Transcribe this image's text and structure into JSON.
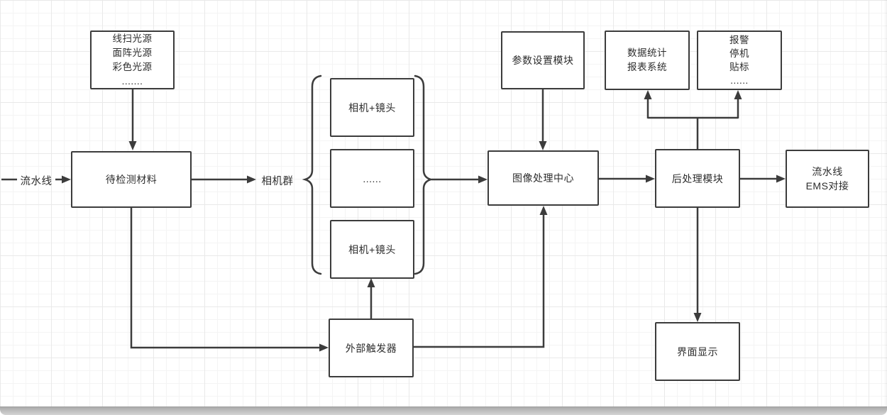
{
  "nodes": {
    "light_sources": [
      "线扫光源",
      "面阵光源",
      "彩色光源",
      "......."
    ],
    "material": "待检测材料",
    "camera_top": "相机+镜头",
    "camera_middle": "......",
    "camera_bottom": "相机+镜头",
    "param_module": "参数设置模块",
    "stats": [
      "数据统计",
      "报表系统"
    ],
    "actions": [
      "报警",
      "停机",
      "贴标",
      "......"
    ],
    "image_center": "图像处理中心",
    "post_module": "后处理模块",
    "ems": [
      "流水线",
      "EMS对接"
    ],
    "trigger": "外部触发器",
    "display": "界面显示"
  },
  "edge_labels": {
    "conveyor": "流水线",
    "camera_group": "相机群"
  },
  "colors": {
    "stroke": "#3c3c3c",
    "text": "#2d2d2d",
    "grid_minor": "#f4f4f4",
    "grid_major": "#e9e9e9",
    "canvas": "#ffffff",
    "bottom_bar": "#bcbcbc"
  }
}
